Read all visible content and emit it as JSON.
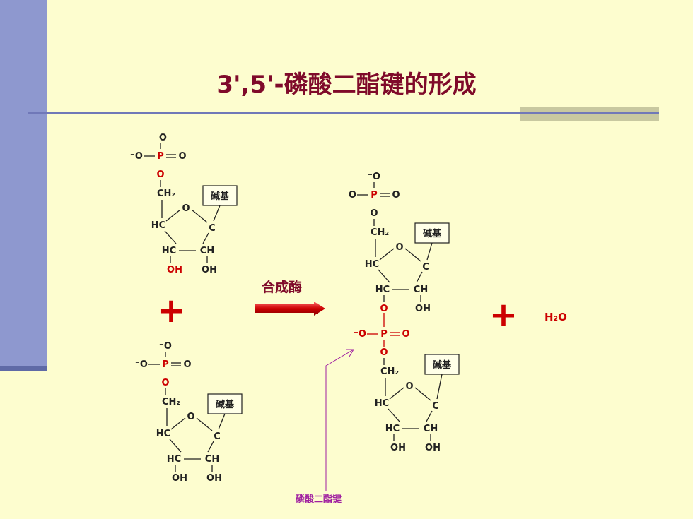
{
  "slide": {
    "title": "3',5'-磷酸二酯键的形成"
  },
  "diagram": {
    "base_label": "碱基",
    "enzyme_label": "合成酶",
    "plus_sign": "+",
    "water": "H₂O",
    "bond_annotation": "磷酸二酯键",
    "atoms": {
      "O": "O",
      "P": "P",
      "CH2": "CH₂",
      "HC": "HC",
      "CH": "CH",
      "C": "C",
      "OH": "OH",
      "O_minus": "⁻O"
    }
  },
  "colors": {
    "title": "#7f0a2a",
    "accent_red": "#cc0000",
    "annotation": "#a020a0",
    "sidebar": "#8e98cf"
  }
}
